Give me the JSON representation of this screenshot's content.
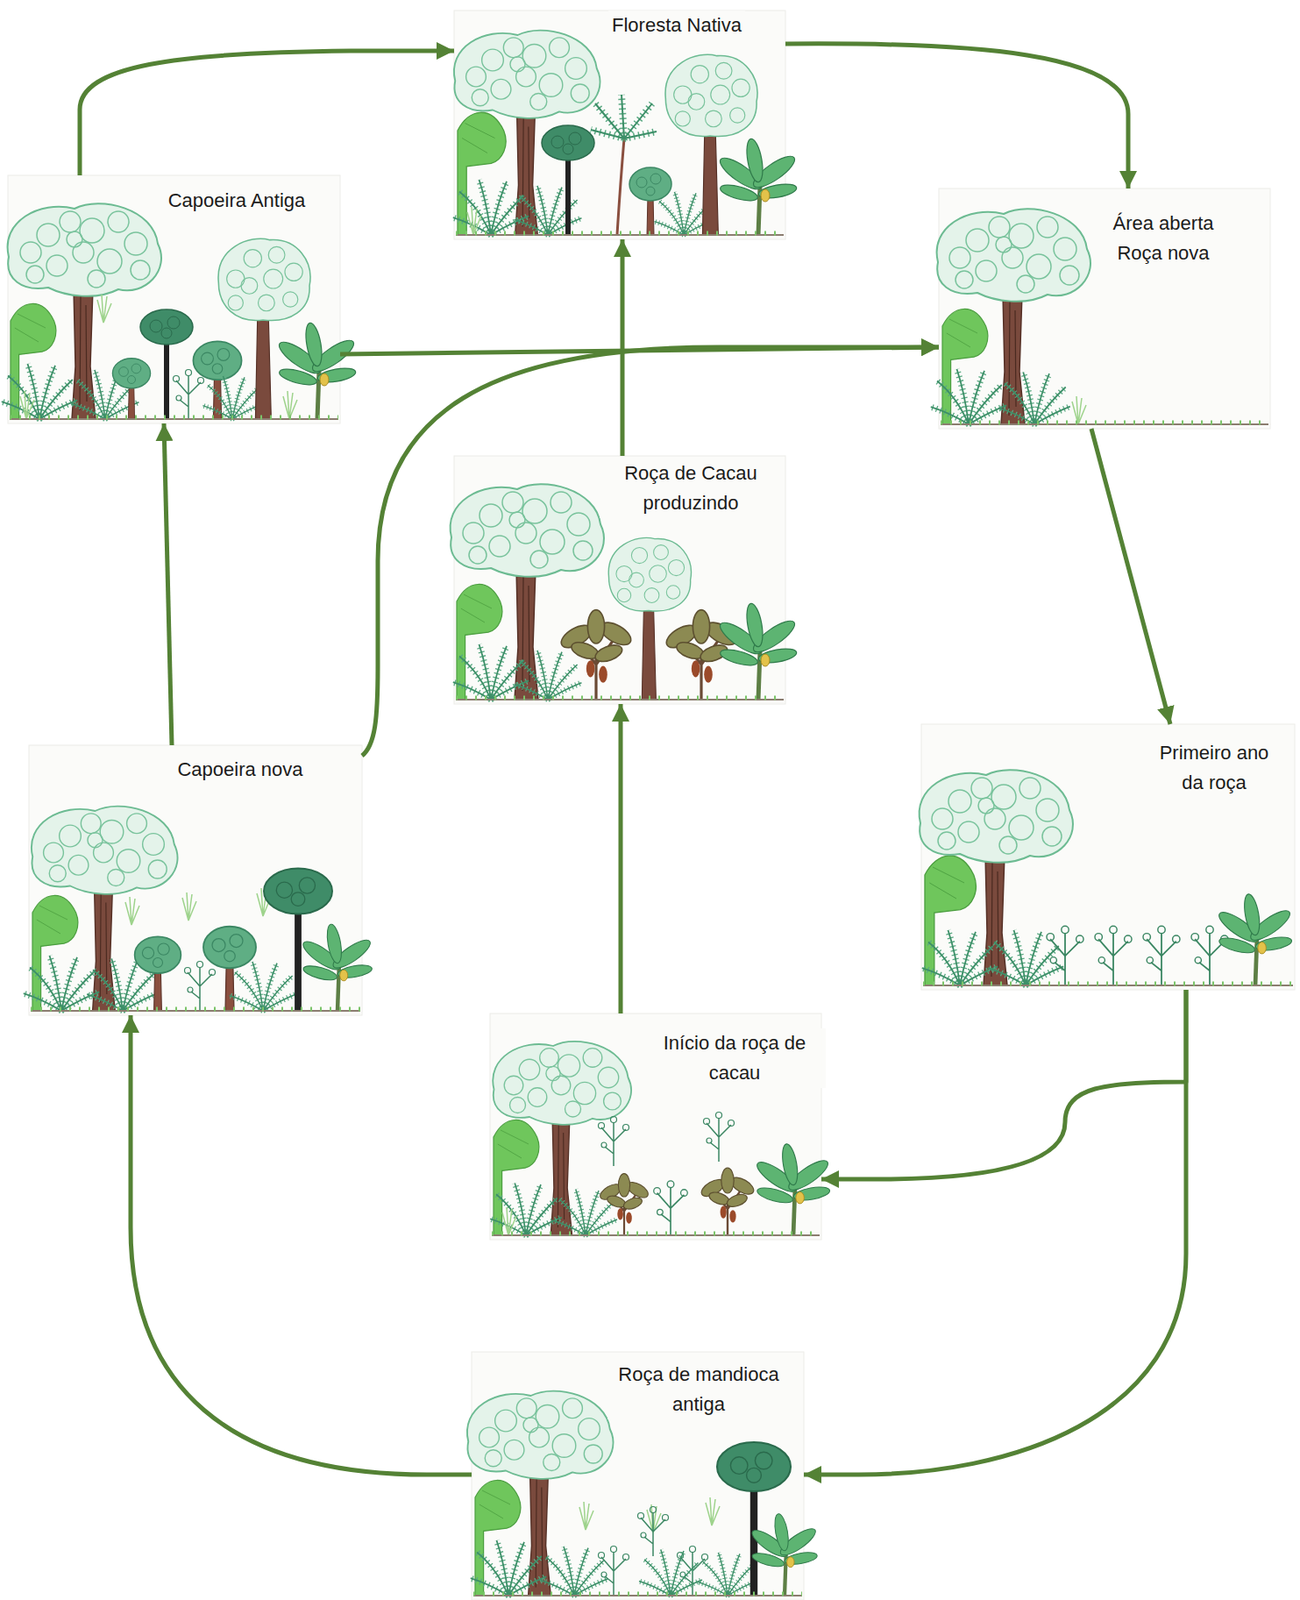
{
  "diagram": {
    "nodes": [
      {
        "text": [
          "Floresta Nativa"
        ]
      },
      {
        "text": [
          "Capoeira Antiga"
        ]
      },
      {
        "text": [
          "Área aberta Roça nova"
        ]
      },
      {
        "text": [
          "Roça de Cacau produzindo"
        ]
      },
      {
        "text": [
          "Capoeira nova"
        ]
      },
      {
        "text": [
          "Primeiro ano da roça"
        ]
      },
      {
        "text": [
          "Início da roça de cacau"
        ]
      },
      {
        "text": [
          "Roça de mandioca antiga"
        ]
      }
    ],
    "edges": [
      {
        "from": 0,
        "to": 2,
        "arrow": "to"
      },
      {
        "from": 2,
        "to": 5,
        "arrow": "to"
      },
      {
        "from": 5,
        "to": 6,
        "arrow": "to"
      },
      {
        "from": 5,
        "to": 7,
        "arrow": "to"
      },
      {
        "from": 7,
        "to": 4,
        "arrow": "to"
      },
      {
        "from": 4,
        "to": 1,
        "arrow": "to"
      },
      {
        "from": 1,
        "to": 0,
        "arrow": "to"
      },
      {
        "from": 1,
        "to": 2,
        "arrow": "to"
      },
      {
        "from": 4,
        "to": 2,
        "arrow": "to"
      },
      {
        "from": 6,
        "to": 3,
        "arrow": "to"
      },
      {
        "from": 3,
        "to": 0,
        "arrow": "to"
      }
    ]
  }
}
